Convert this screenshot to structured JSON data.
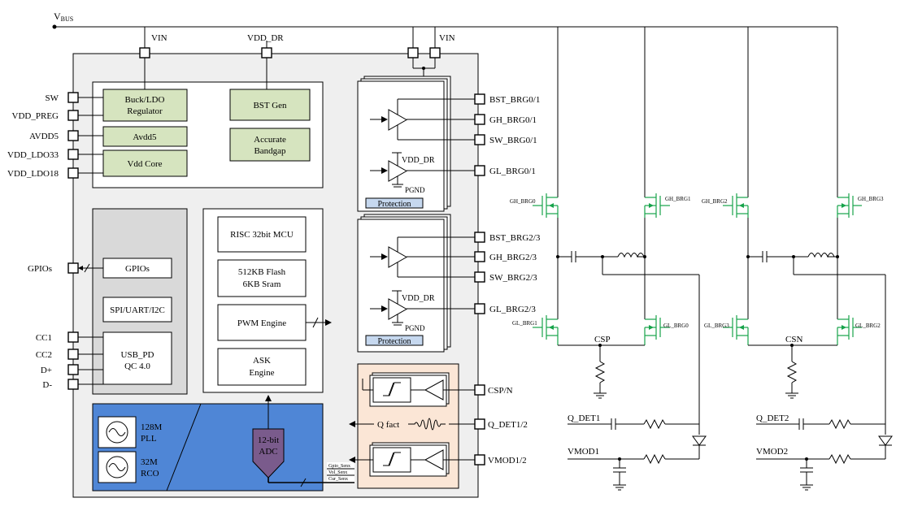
{
  "supply": {
    "vbus": "V",
    "vbus_sub": "BUS",
    "vin_left": "VIN",
    "vdd_dr": "VDD_DR",
    "vin_right": "VIN"
  },
  "left_pins": {
    "sw": "SW",
    "vdd_preg": "VDD_PREG",
    "avdd5": "AVDD5",
    "vdd_ldo33": "VDD_LDO33",
    "vdd_ldo18": "VDD_LDO18",
    "gpios": "GPIOs",
    "cc1": "CC1",
    "cc2": "CC2",
    "dp": "D+",
    "dm": "D-"
  },
  "power_blocks": {
    "buck_1": "Buck/LDO",
    "buck_2": "Regulator",
    "avdd5": "Avdd5",
    "vdd_core": "Vdd Core",
    "bst_gen": "BST Gen",
    "bandgap_1": "Accurate",
    "bandgap_2": "Bandgap"
  },
  "interface_blocks": {
    "gpios": "GPIOs",
    "spi": "SPI/UART/I2C",
    "usbpd_1": "USB_PD",
    "usbpd_2": "QC 4.0"
  },
  "mcu_blocks": {
    "risc": "RISC 32bit MCU",
    "flash_1": "512KB Flash",
    "flash_2": "6KB Sram",
    "pwm": "PWM Engine",
    "ask_1": "ASK",
    "ask_2": "Engine"
  },
  "clock_blocks": {
    "pll_1": "128M",
    "pll_2": "PLL",
    "rco_1": "32M",
    "rco_2": "RCO",
    "adc_1": "12-bit",
    "adc_2": "ADC"
  },
  "adc_inputs": {
    "gpio": "Gpio_Senx",
    "vol": "Vol_Senx",
    "cur": "Cur_Senx"
  },
  "drivers": {
    "vdd_dr": "VDD_DR",
    "pgnd": "PGND",
    "protection": "Protection"
  },
  "right_pins": {
    "bst01": "BST_BRG0/1",
    "gh01": "GH_BRG0/1",
    "sw01": "SW_BRG0/1",
    "gl01": "GL_BRG0/1",
    "bst23": "BST_BRG2/3",
    "gh23": "GH_BRG2/3",
    "sw23": "SW_BRG2/3",
    "gl23": "GL_BRG2/3",
    "cspn": "CSP/N",
    "qdet": "Q_DET1/2",
    "vmod": "VMOD1/2"
  },
  "sense": {
    "qfact": "Q fact"
  },
  "bridge": {
    "gh0": "GH_BRG0",
    "gh1": "GH_BRG1",
    "gl1": "GL_BRG1",
    "gl0": "GL_BRG0",
    "csp": "CSP",
    "gh2": "GH_BRG2",
    "gh3": "GH_BRG3",
    "gl3": "GL_BRG3",
    "gl2": "GL_BRG2",
    "csn": "CSN",
    "qdet1": "Q_DET1",
    "vmod1": "VMOD1",
    "qdet2": "Q_DET2",
    "vmod2": "VMOD2"
  },
  "colors": {
    "chip_bg": "#efefef",
    "green_block": "#d6e4bf",
    "blue_block": "#4f86d6",
    "adc": "#7a5b8c",
    "sense_bg": "#fbe6d6",
    "protection": "#c6d8ef",
    "mosfet": "#16a34a"
  }
}
